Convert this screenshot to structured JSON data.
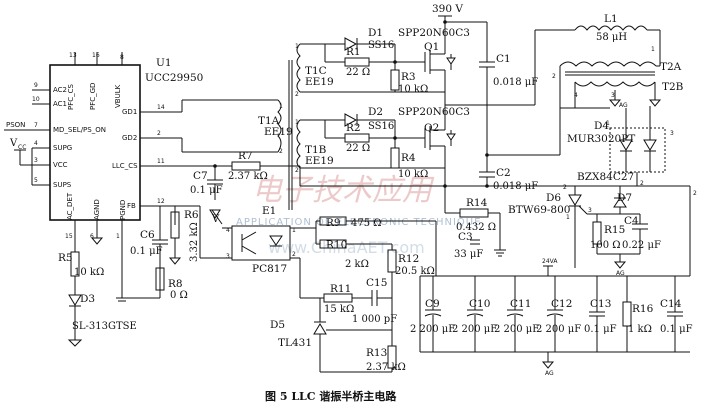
{
  "figure": {
    "caption": "图 5   LLC 谐振半桥主电路"
  },
  "watermark": {
    "brand": "电子技术应用",
    "tagline": "APPLICATION OF ELECTRONIC TECHNIQUE",
    "site": "www.ChinaAET.com"
  },
  "ic": {
    "ref": "U1",
    "part": "UCC29950",
    "pins_left": [
      {
        "num": "9",
        "name": "AC2"
      },
      {
        "num": "10",
        "name": "AC1"
      },
      {
        "num": "7",
        "name": "MD_SEL/PS_ON"
      },
      {
        "num": "4",
        "name": "SUPG"
      },
      {
        "num": "3",
        "name": "VCC"
      },
      {
        "num": "5",
        "name": "SUPS"
      }
    ],
    "pins_top": [
      {
        "num": "13",
        "name": "PFC_CS"
      },
      {
        "num": "16",
        "name": "PFC_GD"
      },
      {
        "num": "8",
        "name": "VBULK"
      }
    ],
    "pins_right": [
      {
        "num": "14",
        "name": "GD1"
      },
      {
        "num": "2",
        "name": "GD2"
      },
      {
        "num": "11",
        "name": "LLC_CS"
      },
      {
        "num": "12",
        "name": "FB"
      }
    ],
    "pins_bottom": [
      {
        "num": "15",
        "name": "AC_DET"
      },
      {
        "num": "6",
        "name": "AGND"
      },
      {
        "num": "1",
        "name": "PGND"
      }
    ]
  },
  "signals": {
    "pson": "PSON",
    "vcc_main": "V",
    "vcc_sub": "CC",
    "bus": "390 V",
    "ag": "AG",
    "ag_24": "24VA"
  },
  "components": {
    "D1": {
      "ref": "D1",
      "value": "SS16"
    },
    "D2": {
      "ref": "D2",
      "value": "SS16"
    },
    "Q1": {
      "ref": "Q1",
      "value": "SPP20N60C3"
    },
    "Q2": {
      "ref": "Q2",
      "value": "SPP20N60C3"
    },
    "R1": {
      "ref": "R1",
      "value": "22 Ω"
    },
    "R2": {
      "ref": "R2",
      "value": "22 Ω"
    },
    "R3": {
      "ref": "R3",
      "value": "10 kΩ"
    },
    "R4": {
      "ref": "R4",
      "value": "10 kΩ"
    },
    "T1A": {
      "ref": "T1A",
      "value": "EE19"
    },
    "T1B": {
      "ref": "T1B",
      "value": "EE19"
    },
    "T1C": {
      "ref": "T1C",
      "value": "EE19"
    },
    "C1": {
      "ref": "C1",
      "value": "0.018 μF"
    },
    "C2": {
      "ref": "C2",
      "value": "0.018 μF"
    },
    "L1": {
      "ref": "L1",
      "value": "58 μH"
    },
    "T2A": {
      "ref": "T2A"
    },
    "T2B": {
      "ref": "T2B"
    },
    "D4": {
      "ref": "D4",
      "value": "MUR3020PT"
    },
    "D6": {
      "ref": "D6",
      "value": "BTW69-800"
    },
    "D7": {
      "ref": "D7",
      "value": "BZX84C27"
    },
    "R15": {
      "ref": "R15",
      "value": "100 Ω"
    },
    "C4": {
      "ref": "C4",
      "value": "0.22 μF"
    },
    "R7": {
      "ref": "R7",
      "value": "2.37 kΩ"
    },
    "C7": {
      "ref": "C7",
      "value": "0.1 μF"
    },
    "R14": {
      "ref": "R14",
      "value": "0.432 Ω"
    },
    "C3": {
      "ref": "C3",
      "value": "33 μF"
    },
    "R9": {
      "ref": "R9",
      "value": "475 Ω"
    },
    "R10": {
      "ref": "R10",
      "value": "2 kΩ"
    },
    "R12": {
      "ref": "R12",
      "value": "20.5 kΩ"
    },
    "R11": {
      "ref": "R11",
      "value": "15 kΩ"
    },
    "C15": {
      "ref": "C15",
      "value": "1 000 pF"
    },
    "R13": {
      "ref": "R13",
      "value": "2.37 kΩ"
    },
    "D5": {
      "ref": "D5",
      "value": "TL431"
    },
    "E1": {
      "ref": "E1",
      "value": "PC817"
    },
    "R6": {
      "ref": "R6",
      "value": "3.32 kΩ"
    },
    "C6": {
      "ref": "C6",
      "value": "0.1 μF"
    },
    "R8": {
      "ref": "R8",
      "value": "0 Ω"
    },
    "R5": {
      "ref": "R5",
      "value": "10 kΩ"
    },
    "D3": {
      "ref": "D3",
      "value": "SL-313GTSE"
    },
    "C9": {
      "ref": "C9",
      "value": "2 200 μF"
    },
    "C10": {
      "ref": "C10",
      "value": "2 200 μF"
    },
    "C11": {
      "ref": "C11",
      "value": "2 200 μF"
    },
    "C12": {
      "ref": "C12",
      "value": "2 200 μF"
    },
    "C13": {
      "ref": "C13",
      "value": "0.1 μF"
    },
    "R16": {
      "ref": "R16",
      "value": "1 kΩ"
    },
    "C14": {
      "ref": "C14",
      "value": "0.1 μF"
    }
  },
  "pin_numbers": {
    "t1a_1": "1",
    "t1a_2": "2",
    "t1b_1": "1",
    "t1b_2": "2",
    "t1c_1": "1",
    "t1c_2": "2",
    "t2_1": "1",
    "t2_2": "2",
    "t2_3": "3",
    "t2_4": "4",
    "d4_1": "1",
    "d4_2": "2",
    "d4_3": "3",
    "d6_1": "1",
    "d6_2": "2",
    "d6_3": "3",
    "e1_1": "1",
    "e1_2": "2",
    "e1_3": "3",
    "e1_4": "4"
  }
}
